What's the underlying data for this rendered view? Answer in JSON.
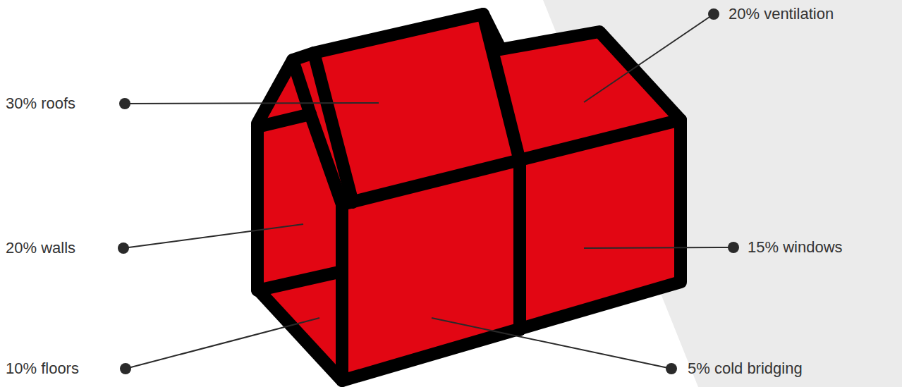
{
  "diagram": {
    "labels": [
      "30% roofs",
      "20% walls",
      "10% floors",
      "20% ventilation",
      "15% windows",
      "5% cold bridging"
    ]
  }
}
